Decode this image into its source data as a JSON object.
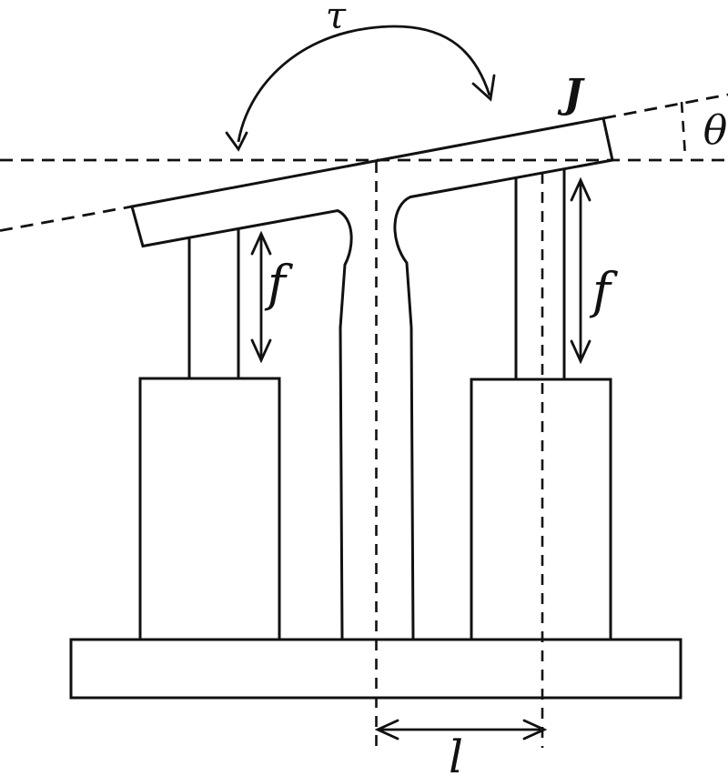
{
  "figure": {
    "colors": {
      "ink": "#111111",
      "background": "#ffffff"
    },
    "labels": {
      "torque": "τ",
      "inertia": "J",
      "tilt_angle": "θ",
      "force_left": "f",
      "force_right": "f",
      "lever_length": "l"
    }
  }
}
